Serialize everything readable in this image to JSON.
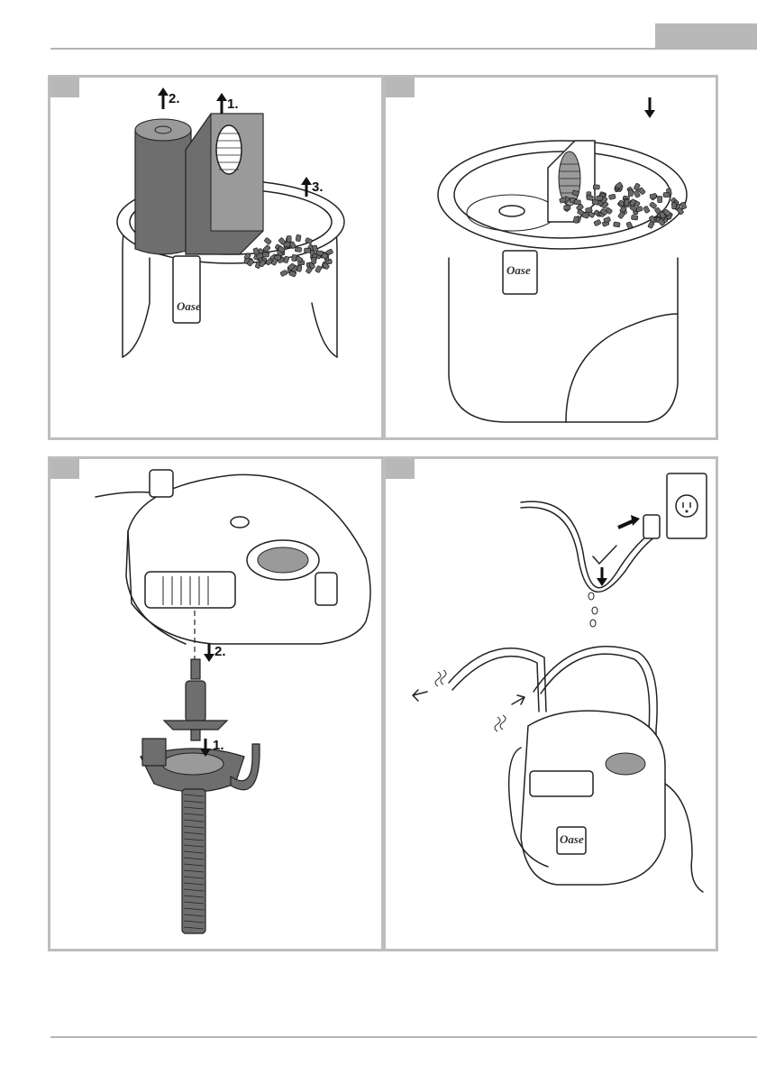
{
  "logo": "Oase",
  "steps": {
    "remove_filter": {
      "label1": "1.",
      "label2": "2.",
      "label3": "3."
    },
    "impeller": {
      "label1": "1.",
      "label2": "2."
    }
  },
  "colors": {
    "frame": "#bdbdbd",
    "tab": "#b8b8b8",
    "filter_grey": "#6e6e6e"
  },
  "icons": [
    "arrow-up-icon",
    "arrow-down-icon",
    "check-icon",
    "wall-socket-icon",
    "water-drop-icon",
    "water-flow-icon"
  ]
}
